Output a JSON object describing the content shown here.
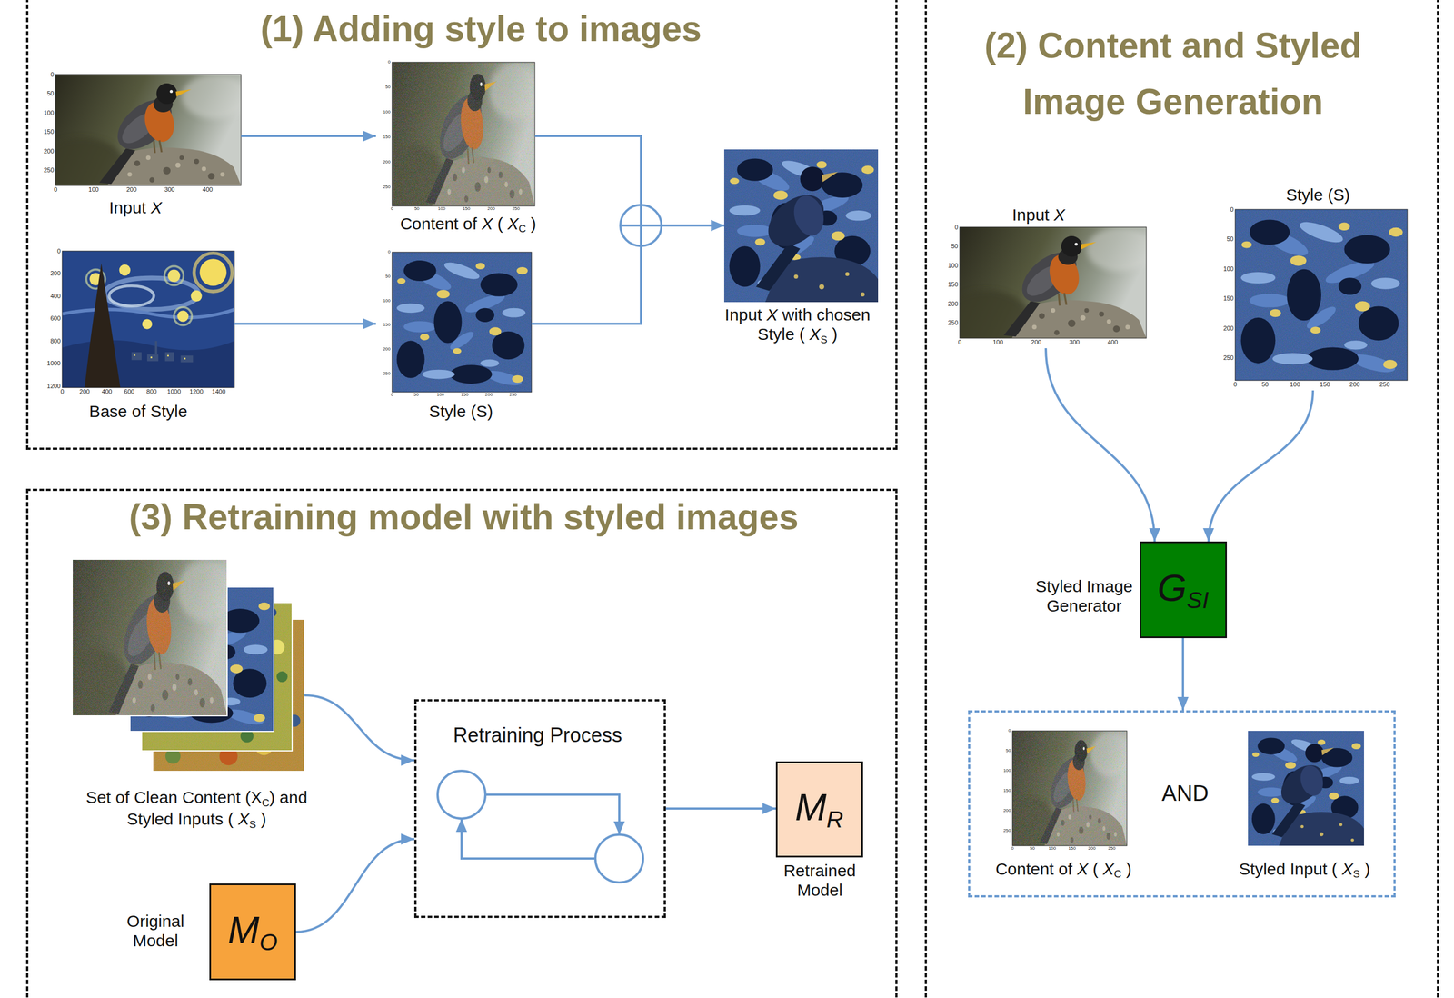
{
  "diagram": {
    "nodes": [
      {
        "text": [
          "(1) Adding style to images"
        ]
      },
      {
        "text": [
          "Input X"
        ],
        "in": 0
      },
      {
        "text": [
          "Content of X ( XC )"
        ],
        "in": 0
      },
      {
        "text": [
          "Base of Style"
        ],
        "in": 0
      },
      {
        "text": [
          "Style (S)"
        ],
        "in": 0
      },
      {
        "text": [
          "Input X with chosen Style ( XS )"
        ],
        "in": 0
      },
      {
        "text": [
          "(2) Content and Styled Image Generation"
        ]
      },
      {
        "text": [
          "Input X"
        ],
        "in": 6
      },
      {
        "text": [
          "Style (S)"
        ],
        "in": 6
      },
      {
        "text": [
          "Styled Image Generator",
          "GSI"
        ],
        "in": 6
      },
      {
        "text": [
          "AND"
        ],
        "in": 6
      },
      {
        "text": [
          "Content of X ( XC )"
        ],
        "in": 10
      },
      {
        "text": [
          "Styled Input ( XS )"
        ],
        "in": 10
      },
      {
        "text": [
          "(3) Retraining model with styled images"
        ]
      },
      {
        "text": [
          "Set of Clean Content (XC) and Styled Inputs ( XS )"
        ],
        "in": 13
      },
      {
        "text": [
          "Retraining Process"
        ],
        "in": 13
      },
      {
        "text": [
          "Original Model",
          "MO"
        ],
        "in": 13
      },
      {
        "text": [
          "MR",
          "Retrained Model"
        ],
        "in": 13
      }
    ],
    "edges": [
      {
        "from": 1,
        "to": 2,
        "arrow": "to"
      },
      {
        "from": 3,
        "to": 4,
        "arrow": "to"
      },
      {
        "from": 2,
        "to": 5,
        "arrow": "to"
      },
      {
        "from": 4,
        "to": 5,
        "arrow": "to"
      },
      {
        "from": 7,
        "to": 9,
        "arrow": "to"
      },
      {
        "from": 8,
        "to": 9,
        "arrow": "to"
      },
      {
        "from": 9,
        "to": 10,
        "arrow": "to"
      },
      {
        "from": 14,
        "to": 15,
        "arrow": "to"
      },
      {
        "from": 16,
        "to": 15,
        "arrow": "to"
      },
      {
        "from": 15,
        "to": 17,
        "arrow": "to"
      }
    ],
    "labels": [
      "0",
      "50",
      "100",
      "150",
      "200",
      "250",
      "0",
      "100",
      "200",
      "300",
      "400",
      "0",
      "50",
      "100",
      "150",
      "200",
      "250",
      "0",
      "50",
      "100",
      "150",
      "200",
      "250",
      "0",
      "200",
      "400",
      "600",
      "800",
      "1000",
      "1200",
      "0",
      "200",
      "400",
      "600",
      "800",
      "1000",
      "1200",
      "1400",
      "0",
      "50",
      "100",
      "150",
      "200",
      "250",
      "0",
      "50",
      "100",
      "150",
      "200",
      "250",
      "0",
      "50",
      "100",
      "150",
      "200",
      "250",
      "0",
      "100",
      "200",
      "300",
      "400",
      "0",
      "50",
      "100",
      "150",
      "200",
      "250",
      "0",
      "50",
      "100",
      "150",
      "200",
      "250",
      "0",
      "50",
      "100",
      "150",
      "200",
      "250",
      "0",
      "50",
      "100",
      "150",
      "200",
      "250"
    ]
  }
}
